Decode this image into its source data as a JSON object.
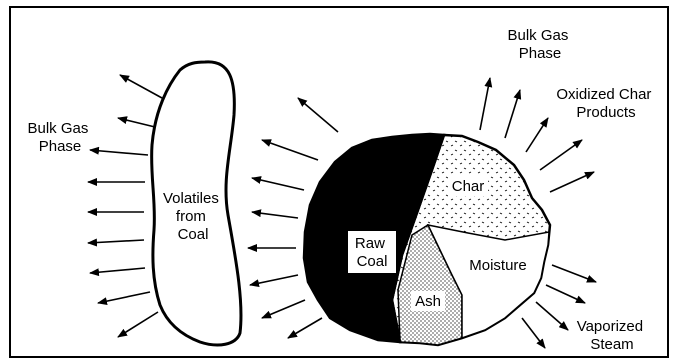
{
  "diagram": {
    "labels": {
      "bulk_gas_phase_top": [
        "Bulk Gas",
        "Phase"
      ],
      "oxidized_char_products": [
        "Oxidized Char",
        "Products"
      ],
      "bulk_gas_phase_left": [
        "Bulk Gas",
        "Phase"
      ],
      "volatiles_from_coal": [
        "Volatiles",
        "from",
        "Coal"
      ],
      "raw_coal": [
        "Raw",
        "Coal"
      ],
      "char": "Char",
      "moisture": "Moisture",
      "ash": "Ash",
      "vaporized_steam": [
        "Vaporized",
        "Steam"
      ]
    },
    "colors": {
      "ink": "#000000",
      "paper": "#ffffff"
    }
  }
}
